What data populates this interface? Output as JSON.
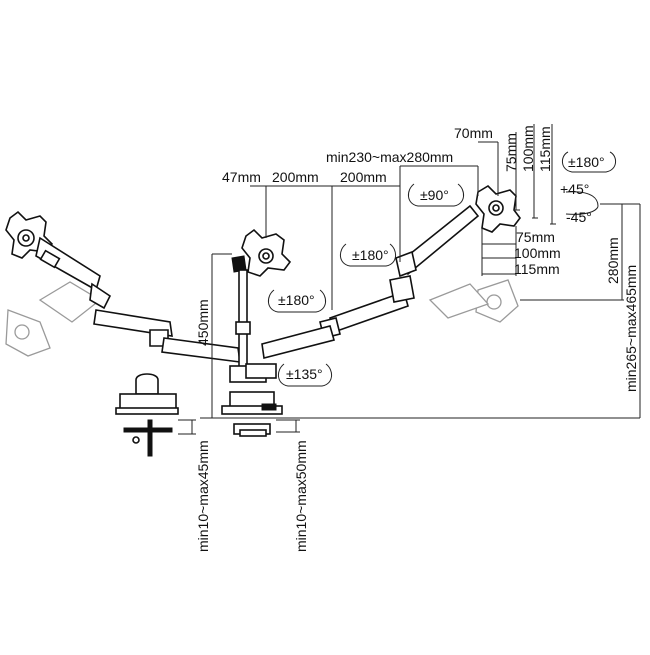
{
  "figure": {
    "arm_lengths": {
      "a": "47mm",
      "b": "200mm",
      "c": "200mm"
    },
    "top_range": "min230~max280mm",
    "offset_70": "70mm",
    "vesa_v": [
      "75mm",
      "100mm",
      "115mm"
    ],
    "vesa_h": [
      "75mm",
      "100mm",
      "115mm"
    ],
    "rotations": {
      "screen": "±180°",
      "tilt_up": "+45°",
      "tilt_down": "-45°",
      "swivel": "±90°",
      "arm_upper": "±180°",
      "arm_middle": "±180°",
      "arm_base": "±135°"
    },
    "height_pole": "450mm",
    "height_adjust": "280mm",
    "height_range": "min265~max465mm",
    "clamp_range_a": "min10~max45mm",
    "clamp_range_b": "min10~max50mm"
  }
}
